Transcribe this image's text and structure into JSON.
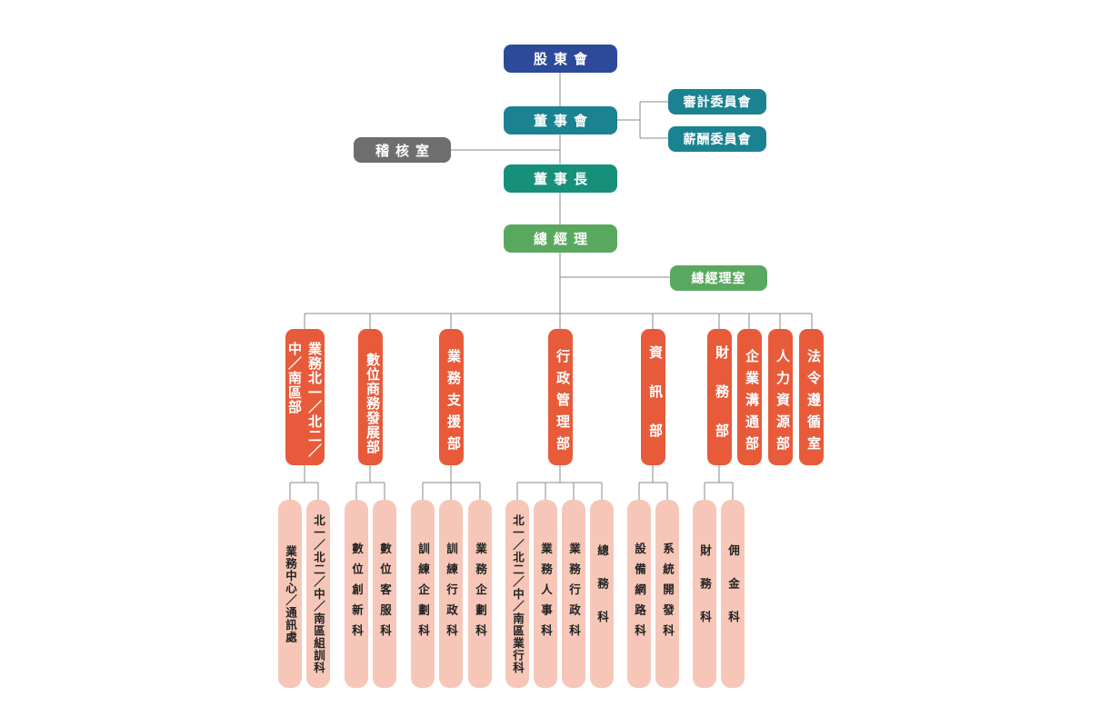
{
  "colors": {
    "shareholders": "#2d4a9a",
    "board": "#1a8290",
    "committee": "#1a8290",
    "audit": "#6e6e6e",
    "chairman": "#16907a",
    "president": "#5aa860",
    "department": "#e85b3a",
    "section": "#f6c7b8",
    "connector": "#8a8a8a"
  },
  "top": {
    "shareholders": "股東會",
    "board": "董事會",
    "audit_committee": "審計委員會",
    "remuneration_committee": "薪酬委員會",
    "internal_audit": "稽核室",
    "chairman": "董事長",
    "president": "總經理",
    "president_office": "總經理室"
  },
  "departments": [
    {
      "name": "業務北一／北二／中／南區部",
      "sections": [
        "業務中心／通訊處",
        "北一／北二／中／南區組訓科"
      ]
    },
    {
      "name": "數位商務發展部",
      "sections": [
        "數位創新科",
        "數位客服科"
      ]
    },
    {
      "name": "業務支援部",
      "sections": [
        "訓練企劃科",
        "訓練行政科",
        "業務企劃科"
      ]
    },
    {
      "name": "行政管理部",
      "sections": [
        "北一／北二／中／南區業行科",
        "業務人事科",
        "業務行政科",
        "總務科"
      ]
    },
    {
      "name": "資訊部",
      "sections": [
        "設備網路科",
        "系統開發科"
      ]
    },
    {
      "name": "財務部",
      "sections": [
        "財務科",
        "佣金科"
      ]
    },
    {
      "name": "企業溝通部",
      "sections": []
    },
    {
      "name": "人力資源部",
      "sections": []
    },
    {
      "name": "法令遵循室",
      "sections": []
    }
  ]
}
